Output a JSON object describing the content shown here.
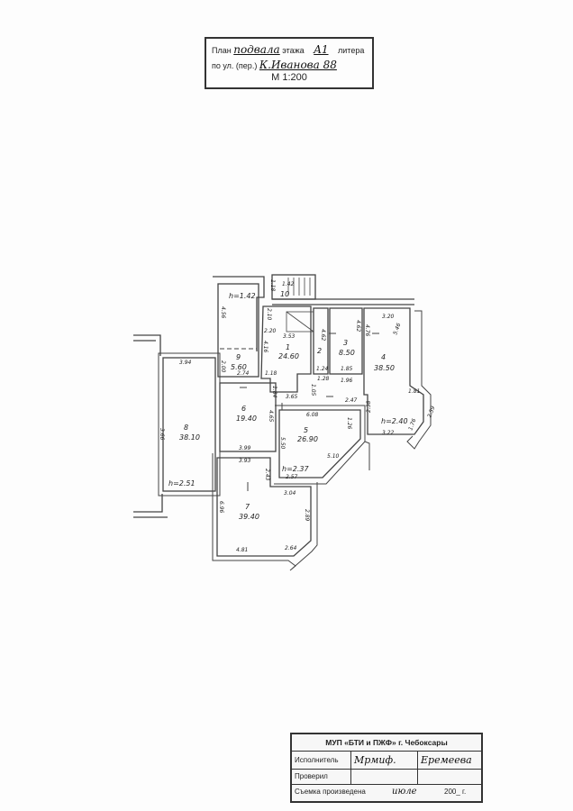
{
  "title_stamp": {
    "plan_label": "План",
    "plan_value": "подвала",
    "floor_label": "этажа",
    "floor_value": "A1",
    "liter_label": "литера",
    "street_label": "по ул. (пер.)",
    "street_value": "К.Иванова 88",
    "scale": "М 1:200"
  },
  "plan": {
    "rooms": [
      {
        "number": "1",
        "area": "24.60"
      },
      {
        "number": "2",
        "area": ""
      },
      {
        "number": "3",
        "area": "8.50"
      },
      {
        "number": "4",
        "area": "38.50"
      },
      {
        "number": "5",
        "area": "26.90"
      },
      {
        "number": "6",
        "area": "19.40"
      },
      {
        "number": "7",
        "area": "39.40"
      },
      {
        "number": "8",
        "area": "38.10"
      },
      {
        "number": "9",
        "area": "5.60"
      },
      {
        "number": "10",
        "area": ""
      }
    ],
    "heights": [
      "h=1.42",
      "h=2.51",
      "h=2.37",
      "h=2.40"
    ],
    "dimensions": [
      "3.94",
      "3.66",
      "4.56",
      "2.00",
      "2.74",
      "1.18",
      "1.84",
      "3.65",
      "1.05",
      "6.08",
      "1.26",
      "5.50",
      "5.10",
      "2.57",
      "3.99",
      "3.93",
      "2.43",
      "3.04",
      "6.96",
      "2.89",
      "2.64",
      "4.81",
      "4.65",
      "3.53",
      "4.62",
      "4.62",
      "4.76",
      "3.20",
      "5.46",
      "1.81",
      "2.59",
      "2.38",
      "1.76",
      "3.22",
      "2.47",
      "1.24",
      "1.85",
      "1.96",
      "1.28",
      "2.10",
      "2.20",
      "4.16",
      "1.42",
      "1.18"
    ]
  },
  "bottom_stamp": {
    "org": "МУП «БТИ и ПЖФ» г. Чебоксары",
    "executor_label": "Исполнитель",
    "executor_sign": "Мрмиф.",
    "executor_name": "Еремеева",
    "checked_label": "Проверил",
    "survey_label": "Съемка произведена",
    "survey_month": "июле",
    "survey_year": "200_ г."
  }
}
